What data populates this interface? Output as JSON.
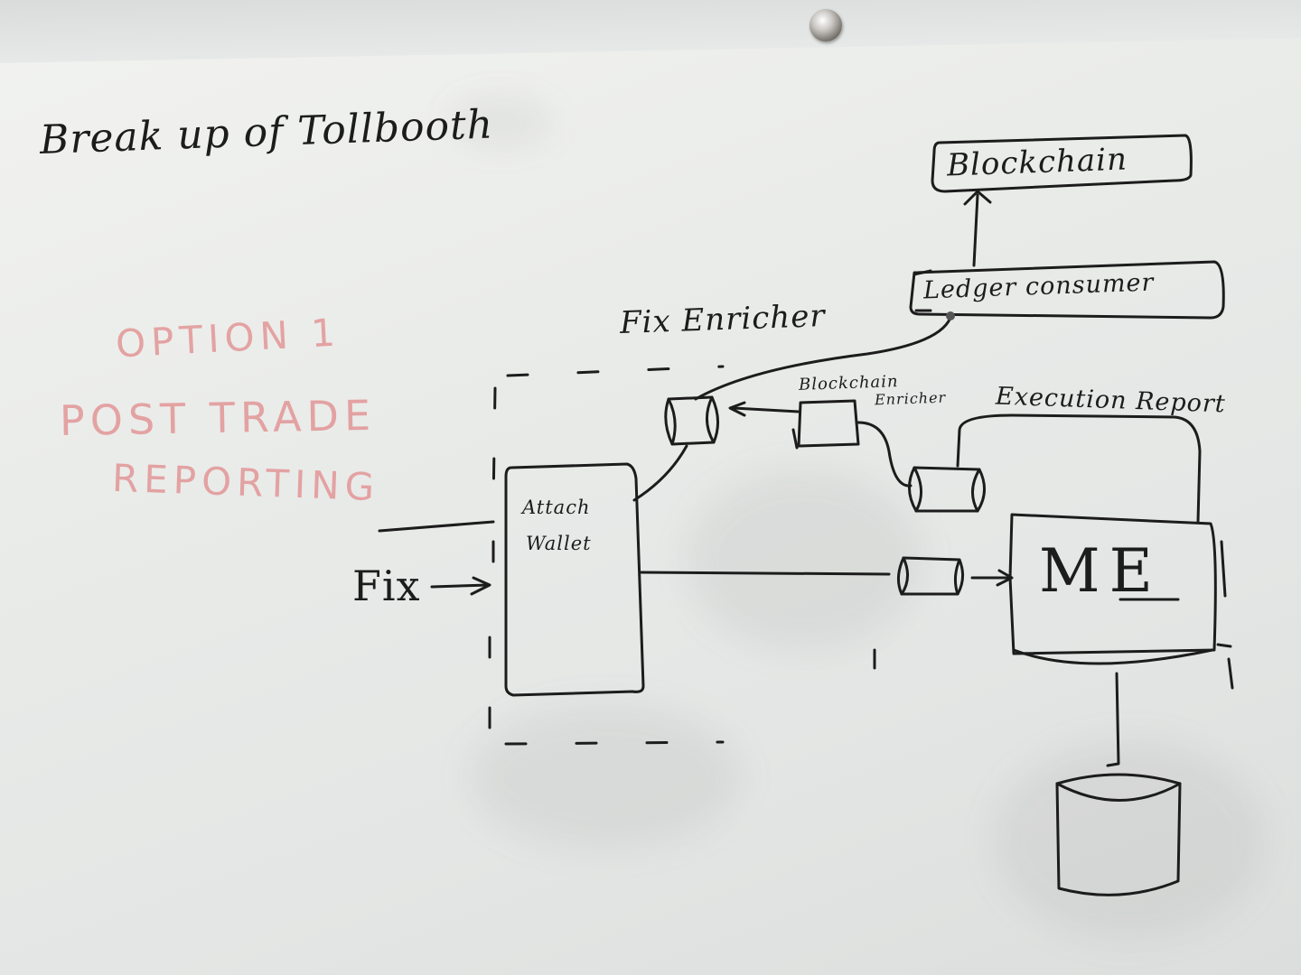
{
  "title": "Break up of Tollbooth",
  "option": {
    "line1": "OPTION 1",
    "line2": "POST TRADE",
    "line3": "REPORTING"
  },
  "labels": {
    "blockchain": "Blockchain",
    "ledger_consumer": "Ledger consumer",
    "fix_enricher": "Fix Enricher",
    "blockchain_enricher_line1": "Blockchain",
    "blockchain_enricher_line2": "Enricher",
    "execution_report": "Execution Report",
    "attach_wallet_line1": "Attach",
    "attach_wallet_line2": "Wallet",
    "fix": "Fix",
    "me": "ME"
  },
  "colors": {
    "ink": "#1c1c1c",
    "pink_marker": "#e39b9b",
    "board": "#ebedeb"
  }
}
